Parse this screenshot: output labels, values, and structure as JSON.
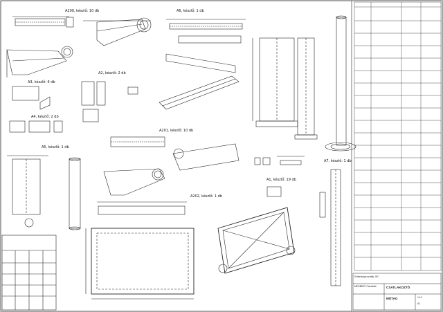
{
  "views": [
    {
      "id": "a200",
      "label": "A200, készlő: 10 db"
    },
    {
      "id": "a6",
      "label": "A6, készlő: 1 db"
    },
    {
      "id": "a2",
      "label": "A2, készlő: 2 db"
    },
    {
      "id": "a3",
      "label": "A3, készlő: 6 db"
    },
    {
      "id": "a4",
      "label": "A4, készlő: 2 db"
    },
    {
      "id": "a5",
      "label": "A5, készlő: 1 db"
    },
    {
      "id": "a201",
      "label": "A201, készlő: 10 db"
    },
    {
      "id": "a1",
      "label": "A1, készlő: 19 db"
    },
    {
      "id": "a202",
      "label": "A202, készlő: 1 db"
    },
    {
      "id": "a7",
      "label": "A7, készlő: 1 db"
    }
  ],
  "title_block": {
    "line1": "Szilárdsági osztály: SIC",
    "line2": "MEGBÍZÓ: Farmdale",
    "drawing_title_1": "CSATLAKOZTÓ",
    "drawing_title_2": "MŰTAG",
    "scale": "1:10",
    "sheet": "A1"
  }
}
